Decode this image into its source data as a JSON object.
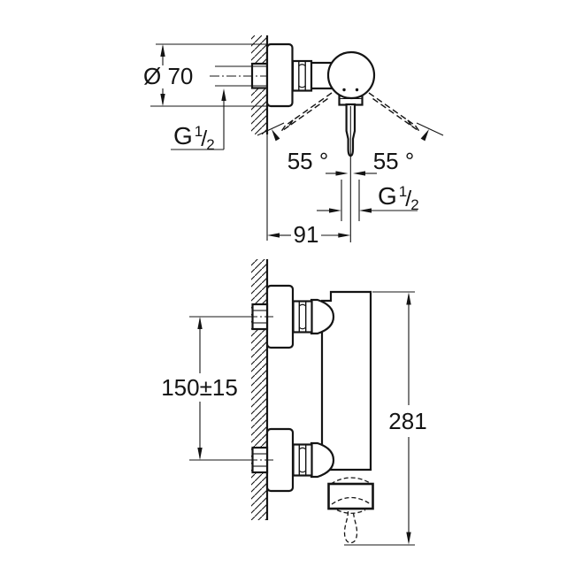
{
  "page": {
    "background": "#ffffff",
    "line_color": "#141414"
  },
  "drawing": {
    "type": "technical-installation-diagram",
    "views": {
      "top": {
        "dimensions": {
          "escutcheon_diameter": "Ø 70",
          "swivel_angle_left": "55 °",
          "swivel_angle_right": "55 °",
          "wall_to_lever_center": "91"
        }
      },
      "side": {
        "dimensions": {
          "inlet_center_distance": "150±15",
          "overall_height": "281"
        }
      }
    },
    "thread_label": {
      "prefix": "G",
      "numerator": "1",
      "slash": "/",
      "denominator": "2"
    }
  }
}
